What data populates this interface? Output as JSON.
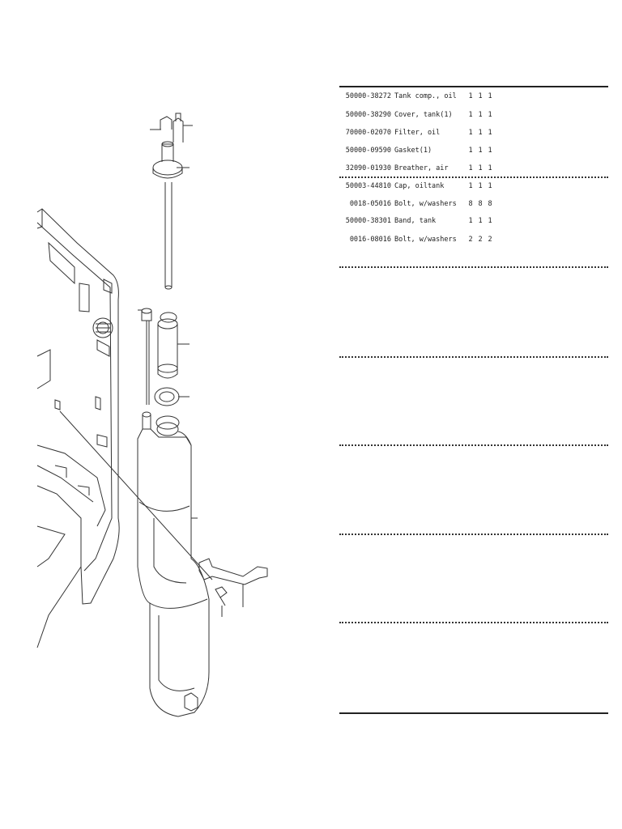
{
  "parts": {
    "rows": [
      {
        "part_no": "50000-38272",
        "description": "Tank comp., oil",
        "qty": [
          "1",
          "1",
          "1"
        ]
      },
      {
        "part_no": "50000-38290",
        "description": "Cover, tank(1)",
        "qty": [
          "1",
          "1",
          "1"
        ]
      },
      {
        "part_no": "70000-02070",
        "description": "Filter, oil",
        "qty": [
          "1",
          "1",
          "1"
        ]
      },
      {
        "part_no": "50000-09590",
        "description": "Gasket(1)",
        "qty": [
          "1",
          "1",
          "1"
        ]
      },
      {
        "part_no": "32090-01930",
        "description": "Breather, air",
        "qty": [
          "1",
          "1",
          "1"
        ]
      },
      {
        "part_no": "50003-44810",
        "description": "Cap, oiltank",
        "qty": [
          "1",
          "1",
          "1"
        ]
      },
      {
        "part_no": "0018-05016",
        "description": "Bolt, w/washers",
        "qty": [
          "8",
          "8",
          "8"
        ]
      },
      {
        "part_no": "50000-38301",
        "description": "Band, tank",
        "qty": [
          "1",
          "1",
          "1"
        ]
      },
      {
        "part_no": "0016-08016",
        "description": "Bolt, w/washers",
        "qty": [
          "2",
          "2",
          "2"
        ]
      }
    ]
  },
  "colors": {
    "line": "#333333",
    "paper": "#ffffff"
  }
}
